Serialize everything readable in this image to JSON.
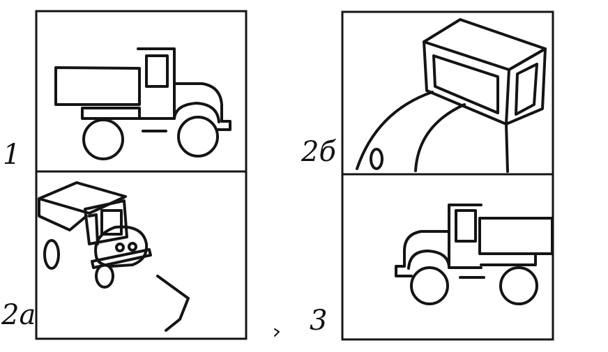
{
  "colors": {
    "ink": "#141414",
    "paper": "#ffffff"
  },
  "panels": [
    {
      "id": "1",
      "label": "1"
    },
    {
      "id": "2a",
      "label": "2a"
    },
    {
      "id": "2b",
      "label": "2б"
    },
    {
      "id": "3",
      "label": "3"
    }
  ]
}
